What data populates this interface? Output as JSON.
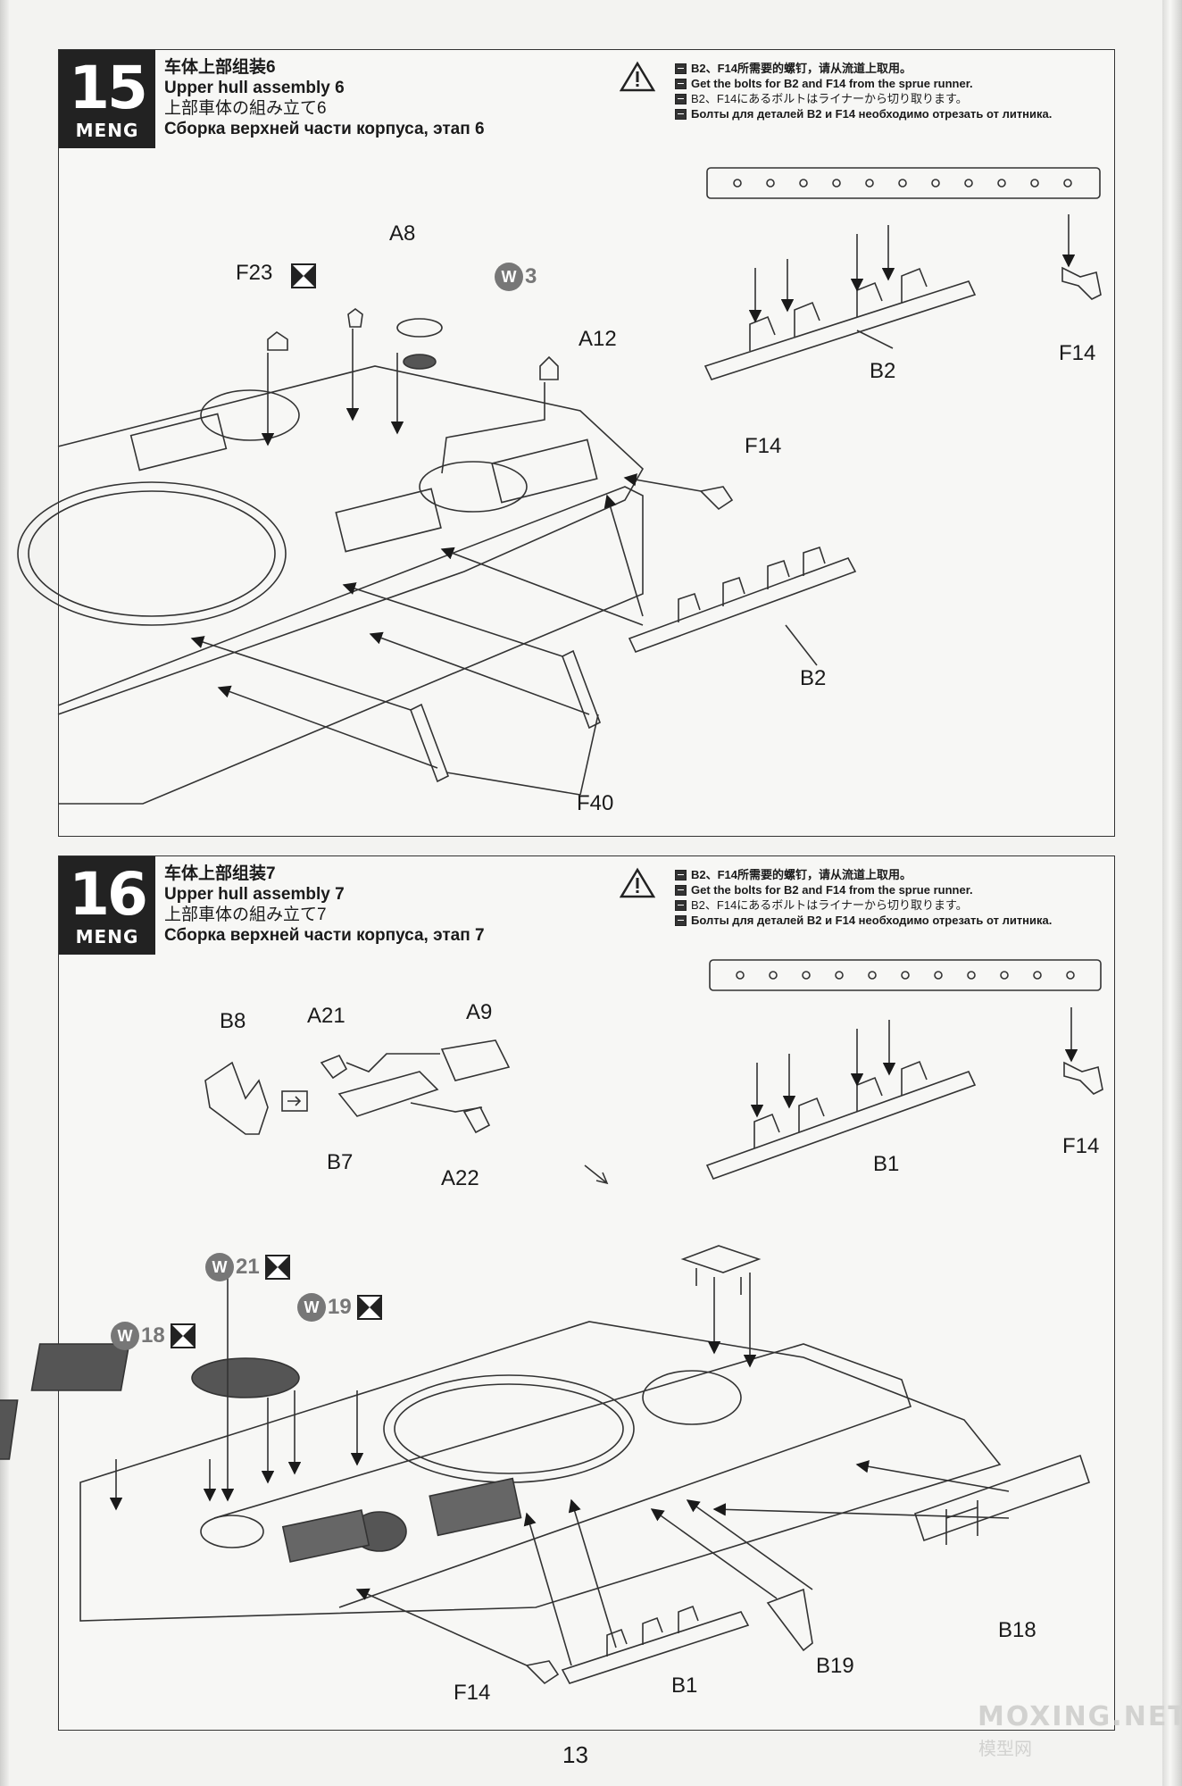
{
  "page": {
    "number": "13",
    "watermark": "MOXING.NET",
    "watermark_sub": "模型网",
    "brand": "MENG"
  },
  "steps": [
    {
      "number": "15",
      "title_cn": "车体上部组装6",
      "title_en": "Upper hull assembly 6",
      "title_jp": "上部車体の組み立て6",
      "title_ru": "Сборка верхней части корпуса, этап 6",
      "notes": [
        "B2、F14所需要的螺钉，请从流道上取用。",
        "Get the bolts for B2 and F14 from the sprue runner.",
        "B2、F14にあるボルトはライナーから切り取ります。",
        "Болты для деталей B2 и F14 необходимо отрезать от литника."
      ],
      "labels": {
        "f23": "F23",
        "a8": "A8",
        "w3": "3",
        "a12": "A12",
        "b2_top": "B2",
        "f14_top": "F14",
        "f14_mid": "F14",
        "b2_mid": "B2",
        "f40": "F40"
      }
    },
    {
      "number": "16",
      "title_cn": "车体上部组装7",
      "title_en": "Upper hull assembly 7",
      "title_jp": "上部車体の組み立て7",
      "title_ru": "Сборка верхней части корпуса, этап 7",
      "notes": [
        "B2、F14所需要的螺钉，请从流道上取用。",
        "Get the bolts for B2 and F14 from the sprue runner.",
        "B2、F14にあるボルトはライナーから切り取ります。",
        "Болты для деталей B2 и F14 необходимо отрезать от литника."
      ],
      "labels": {
        "b8": "B8",
        "a21": "A21",
        "a9": "A9",
        "b7": "B7",
        "a22": "A22",
        "b1_top": "B1",
        "f14_top": "F14",
        "w21": "21",
        "w19": "19",
        "w18": "18",
        "b18": "B18",
        "b19": "B19",
        "b1_bot": "B1",
        "f14_bot": "F14"
      }
    }
  ],
  "icons": {
    "warning": "warning-triangle-icon",
    "flag": "language-flag-icon",
    "nocement": "no-cement-icon",
    "decal": "decal-w-icon",
    "mirror": "mirror-part-icon"
  }
}
